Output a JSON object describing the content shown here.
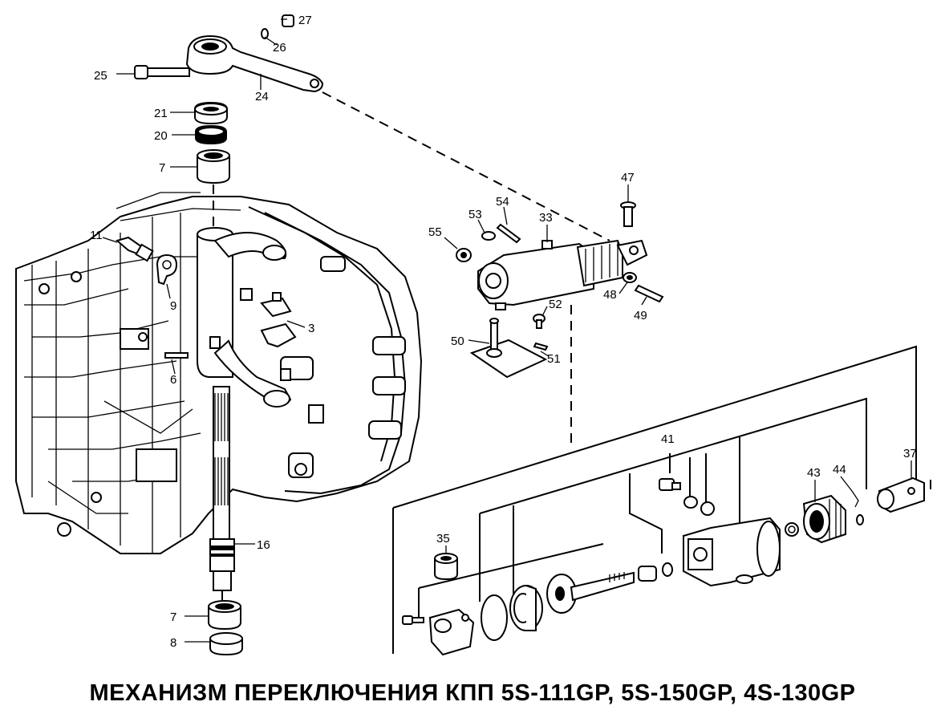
{
  "title": "МЕХАНИЗМ ПЕРЕКЛЮЧЕНИЯ КПП 5S-111GP, 5S-150GP, 4S-130GP",
  "part_labels": {
    "p27": "27",
    "p26": "26",
    "p25": "25",
    "p24": "24",
    "p21": "21",
    "p20": "20",
    "p7a": "7",
    "p11": "11",
    "p9": "9",
    "p3": "3",
    "p6": "6",
    "p16": "16",
    "p7b": "7",
    "p8": "8",
    "p47": "47",
    "p54": "54",
    "p53": "53",
    "p33": "33",
    "p55": "55",
    "p48": "48",
    "p49": "49",
    "p52": "52",
    "p50": "50",
    "p51": "51",
    "p41": "41",
    "p37": "37",
    "p43": "43",
    "p44": "44",
    "p35": "35"
  }
}
